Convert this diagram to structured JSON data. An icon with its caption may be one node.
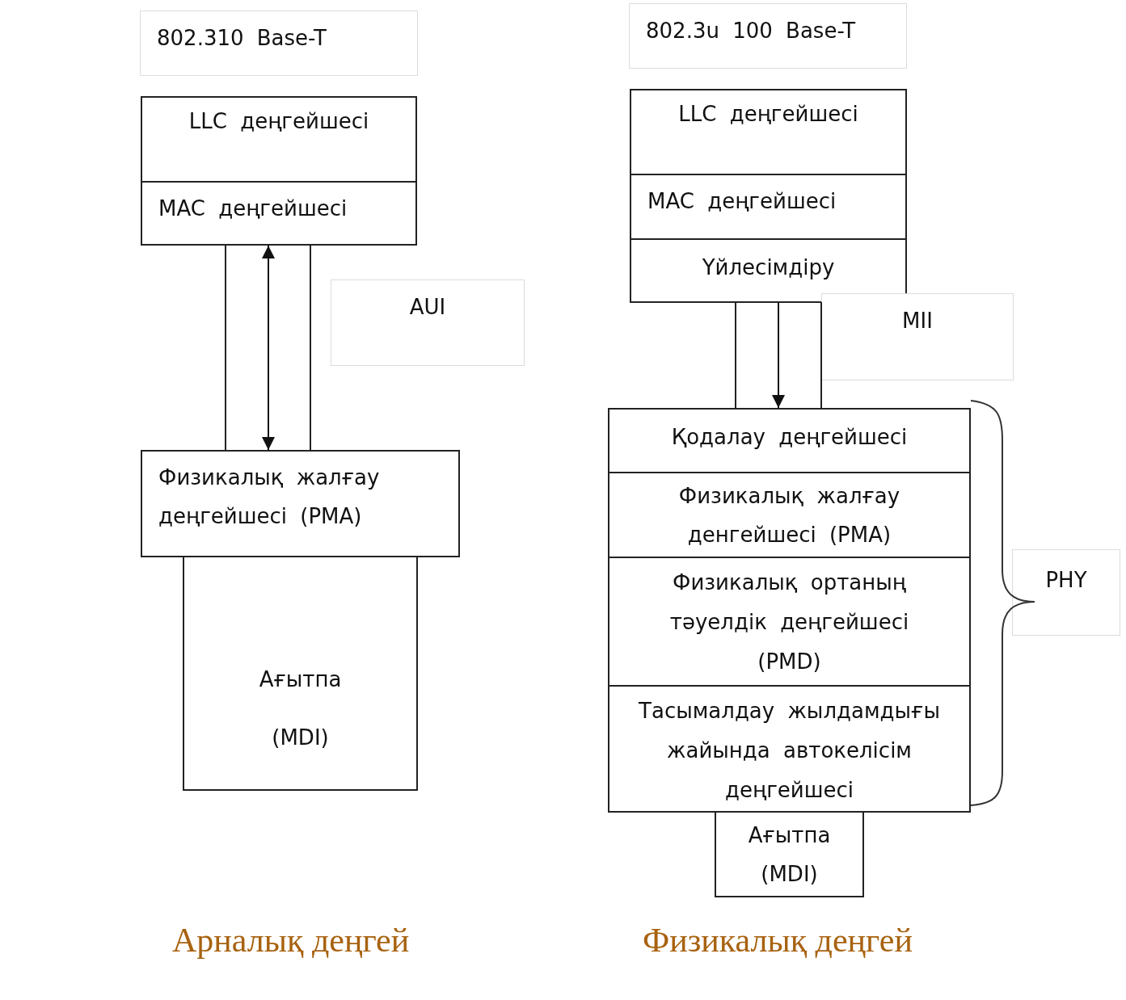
{
  "diagram": {
    "nodes": [
      {
        "text": [
          "802.310 Base-T"
        ]
      },
      {
        "text": [
          "LLC деңгейшесі"
        ]
      },
      {
        "text": [
          "MAC деңгейшесі"
        ]
      },
      {
        "text": [
          "Физикалық жалғау деңгейшесі (PMA)"
        ]
      },
      {
        "text": [
          "Ағытпа (MDI)"
        ]
      },
      {
        "text": [
          "AUI"
        ]
      },
      {
        "text": [
          "802.3u 100 Base-T"
        ]
      },
      {
        "text": [
          "LLC деңгейшесі"
        ]
      },
      {
        "text": [
          "MAC деңгейшесі"
        ]
      },
      {
        "text": [
          "Үйлесімдіру"
        ]
      },
      {
        "text": [
          "MII"
        ]
      },
      {
        "text": [
          "Қодалау деңгейшесі"
        ]
      },
      {
        "text": [
          "Физикалық жалғау денгейшесі (PMA)"
        ]
      },
      {
        "text": [
          "Физикалық ортаның тәуелдік деңгейшесі (PMD)"
        ]
      },
      {
        "text": [
          "Тасымалдау жылдамдығы жайында автокелісім деңгейшесі"
        ]
      },
      {
        "text": [
          "Ағытпа (MDI)"
        ]
      },
      {
        "text": [
          "PHY"
        ]
      }
    ],
    "edges": [
      {
        "from": 2,
        "to": 3,
        "arrow": "both"
      },
      {
        "from": 9,
        "to": 11,
        "arrow": "to"
      }
    ],
    "labels": [
      "Арналық деңгей",
      "Физикалық деңгей"
    ]
  }
}
